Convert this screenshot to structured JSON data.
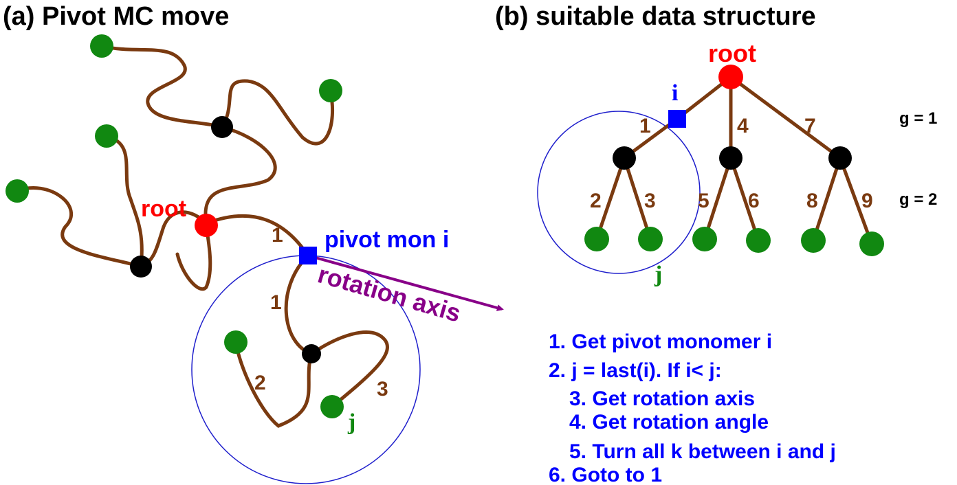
{
  "panel_a": {
    "title": "(a) Pivot MC move",
    "root_label": "root",
    "pivot_label": "pivot mon i",
    "axis_label": "rotation axis",
    "j_label": "j",
    "bond_labels": [
      "1",
      "1",
      "2",
      "3"
    ]
  },
  "panel_b": {
    "title": "(b) suitable data structure",
    "root_label": "root",
    "i_label": "i",
    "j_label": "j",
    "edge_labels": [
      "1",
      "2",
      "3",
      "4",
      "5",
      "6",
      "7",
      "8",
      "9"
    ],
    "generation_labels": [
      "g = 1",
      "g = 2"
    ]
  },
  "algorithm": {
    "steps": [
      "1. Get pivot monomer i",
      "2. j = last(i). If i< j:",
      "3. Get rotation axis",
      "4. Get rotation angle",
      "5. Turn all k between i and j",
      "6. Goto to 1"
    ]
  },
  "colors": {
    "bond": "#7a3a10",
    "root": "#ff0000",
    "pivot": "#0000ff",
    "leaf": "#118811",
    "branch": "#000000",
    "axis": "#880088",
    "text_blue": "#0000ff"
  }
}
